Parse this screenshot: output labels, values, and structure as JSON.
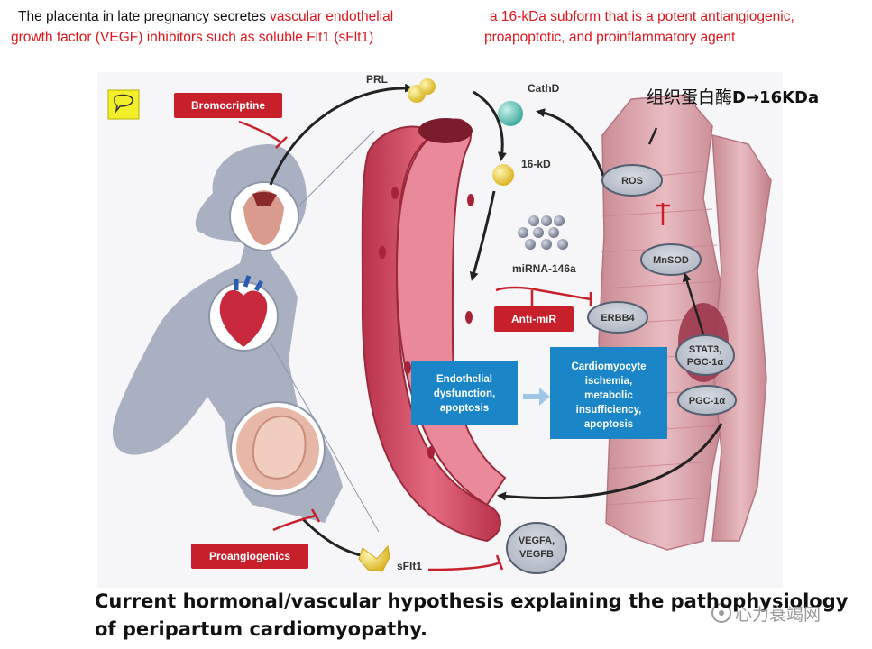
{
  "header": {
    "left_line1_black": "The placenta in late pregnancy secretes ",
    "left_line1_red": "vascular endothelial",
    "left_line2_red": "growth factor (VEGF) inhibitors such as soluble Flt1 (sFlt1)",
    "right_line1": "a 16-kDa subform that is a potent antiangiogenic,",
    "right_line2": "proapoptotic, and proinflammatory agent"
  },
  "annotation": {
    "cn": "组织蛋白酶",
    "formula": "D→16KDa"
  },
  "diagram": {
    "labels": {
      "prl": "PRL",
      "cathd": "CathD",
      "kd16": "16-kD",
      "mirna": "miRNA-146a",
      "sflt1": "sFlt1"
    },
    "red_boxes": {
      "bromocriptine": "Bromocriptine",
      "anti_mir": "Anti-miR",
      "proangiogenics": "Proangiogenics"
    },
    "gray_ovals": {
      "ros": "ROS",
      "mnsod": "MnSOD",
      "erbb4": "ERBB4",
      "stat3_l1": "STAT3,",
      "stat3_l2": "PGC-1α",
      "pgc1a": "PGC-1α",
      "vegfa_l1": "VEGFA,",
      "vegfa_l2": "VEGFB"
    },
    "blue_boxes": {
      "endo_l1": "Endothelial",
      "endo_l2": "dysfunction,",
      "endo_l3": "apoptosis",
      "cardio_l1": "Cardiomyocyte",
      "cardio_l2": "ischemia,",
      "cardio_l3": "metabolic",
      "cardio_l4": "insufficiency,",
      "cardio_l5": "apoptosis"
    }
  },
  "caption": {
    "line1": "Current hormonal/vascular hypothesis explaining the pathophysiology",
    "line2": "of peripartum cardiomyopathy."
  },
  "watermark": "心力衰竭网",
  "colors": {
    "red_text": "#e0151b",
    "red_box": "#c8202b",
    "blue_box": "#1a86c8",
    "gray_oval": "#b9bfcb",
    "vessel": "#d8546a",
    "silhouette": "#a9b0c2"
  }
}
